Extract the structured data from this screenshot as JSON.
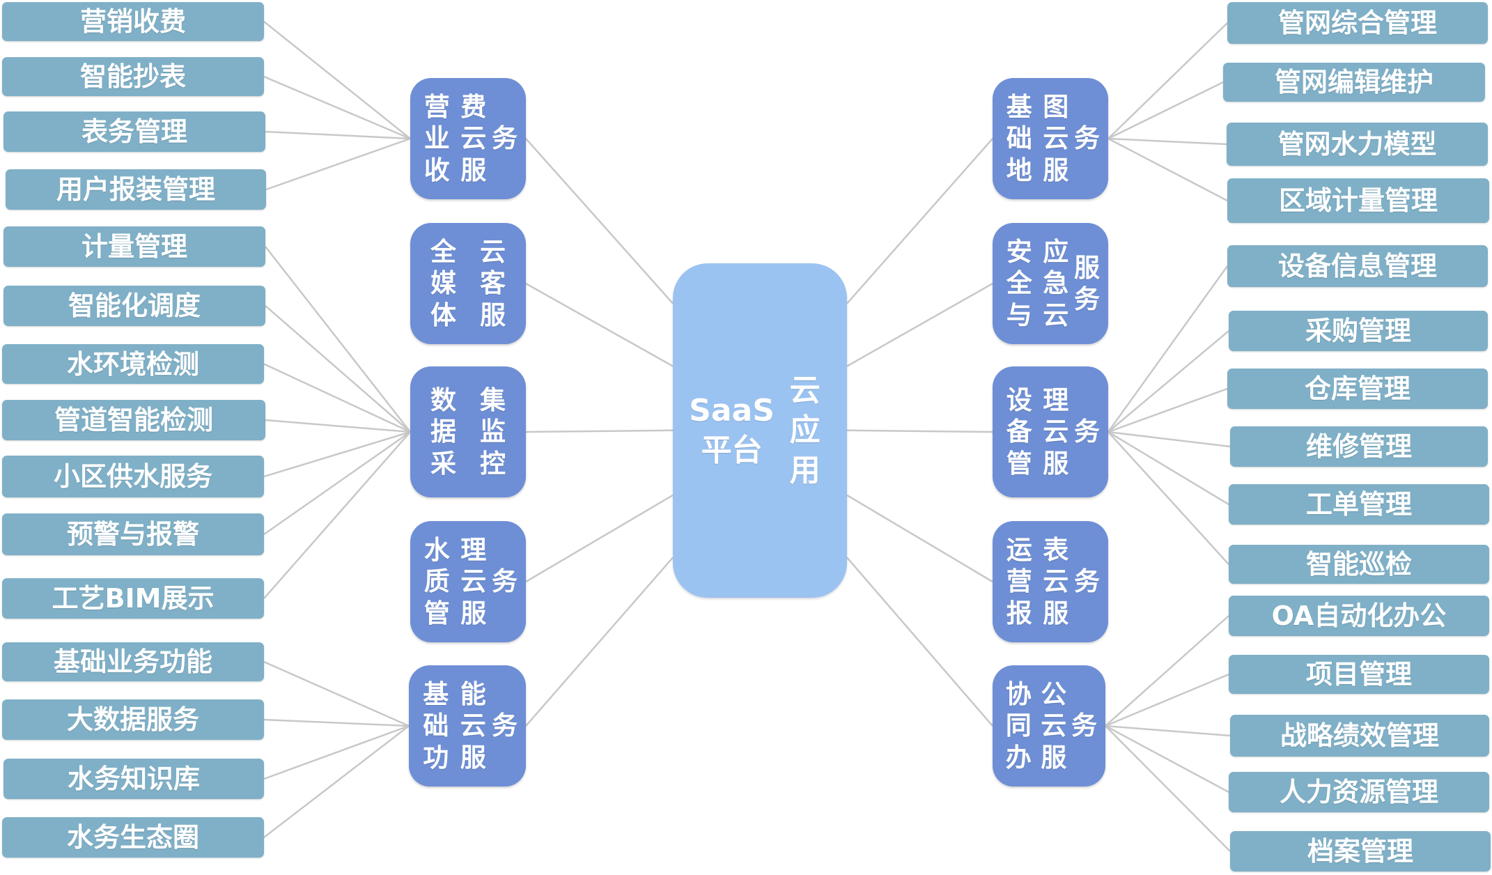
{
  "colors": {
    "leaf": "#7fb0c7",
    "service": "#6e8fd5",
    "center": "#9bc3f1",
    "connector": "#c8c8c8",
    "text": "#ffffff"
  },
  "center": {
    "label": "SaaS平台云应用"
  },
  "services": [
    {
      "id": "s1",
      "side": "left",
      "label": "营业收费云服务",
      "leaves": [
        "营销收费",
        "智能抄表",
        "表务管理",
        "用户报装管理"
      ]
    },
    {
      "id": "s2",
      "side": "left",
      "label": "全媒体云客服",
      "leaves": []
    },
    {
      "id": "s3",
      "side": "left",
      "label": "数据采集监控",
      "leaves": [
        "计量管理",
        "智能化调度",
        "水环境检测",
        "管道智能检测",
        "小区供水服务",
        "预警与报警",
        "工艺BIM展示"
      ]
    },
    {
      "id": "s4",
      "side": "left",
      "label": "水质管理云服务",
      "leaves": []
    },
    {
      "id": "s5",
      "side": "left",
      "label": "基础功能云服务",
      "leaves": [
        "基础业务功能",
        "大数据服务",
        "水务知识库",
        "水务生态圈"
      ]
    },
    {
      "id": "s6",
      "side": "right",
      "label": "基础地图云服务",
      "leaves": [
        "管网综合管理",
        "管网编辑维护",
        "管网水力模型",
        "区域计量管理"
      ]
    },
    {
      "id": "s7",
      "side": "right",
      "label": "安全与应急云服务",
      "leaves": []
    },
    {
      "id": "s8",
      "side": "right",
      "label": "设备管理云服务",
      "leaves": [
        "设备信息管理",
        "采购管理",
        "仓库管理",
        "维修管理",
        "工单管理",
        "智能巡检"
      ]
    },
    {
      "id": "s9",
      "side": "right",
      "label": "运营报表云服务",
      "leaves": []
    },
    {
      "id": "s10",
      "side": "right",
      "label": "协同办公云服务",
      "leaves": [
        "OA自动化办公",
        "项目管理",
        "战略绩效管理",
        "人力资源管理",
        "档案管理"
      ]
    }
  ]
}
